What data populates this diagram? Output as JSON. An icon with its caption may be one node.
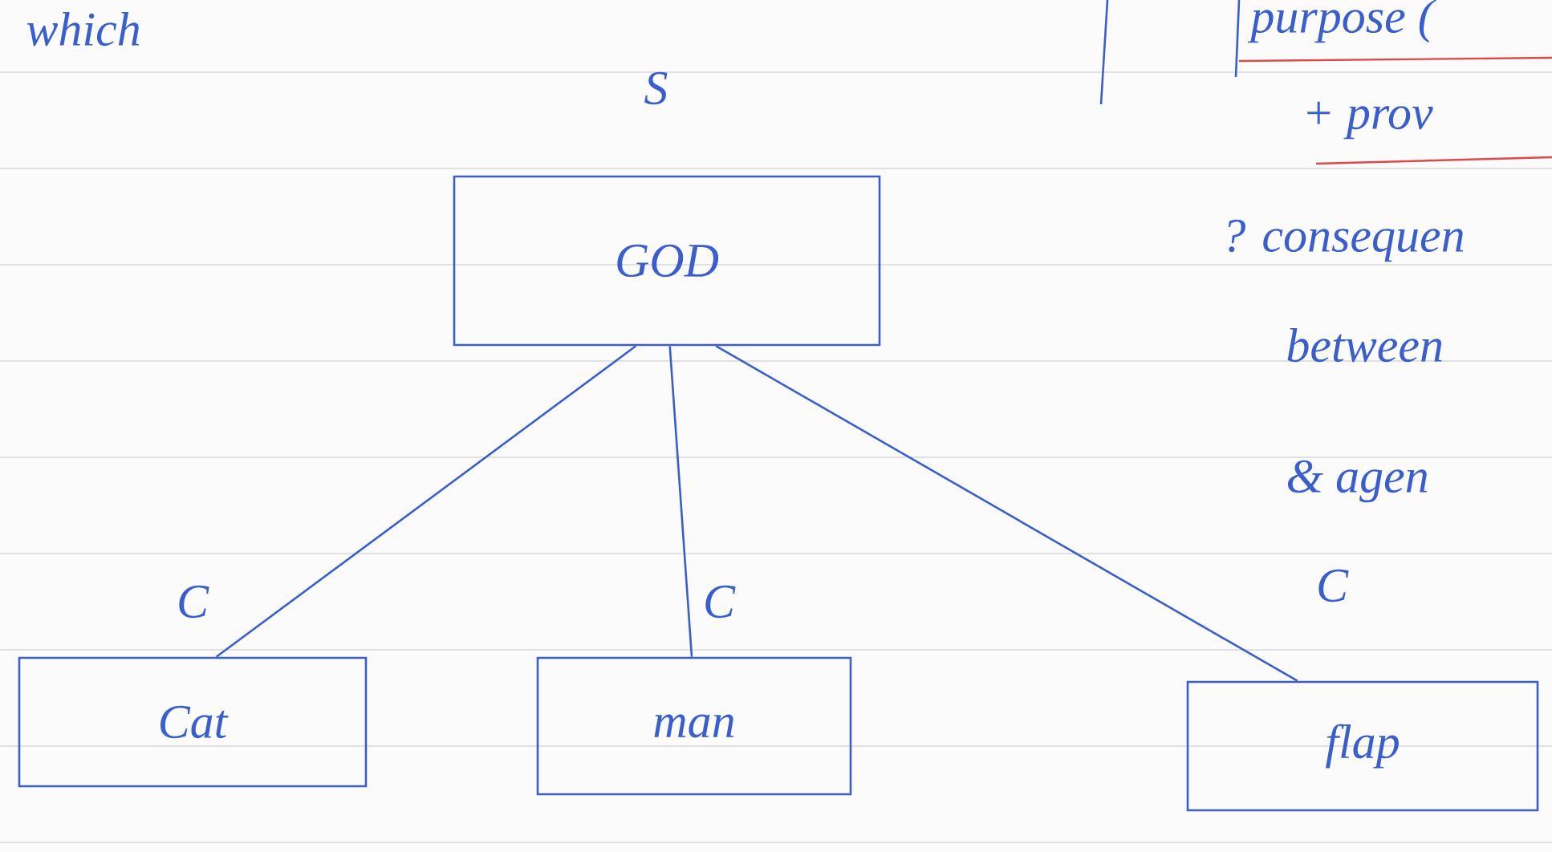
{
  "diagram": {
    "nodes": [
      {
        "text": [
          "GOD"
        ]
      },
      {
        "text": [
          "Cat"
        ]
      },
      {
        "text": [
          "man"
        ]
      },
      {
        "text": [
          "flap"
        ]
      }
    ],
    "edges": [
      {
        "from": 0,
        "to": 1,
        "arrow": "none",
        "label": "C"
      },
      {
        "from": 0,
        "to": 2,
        "arrow": "none",
        "label": "C"
      },
      {
        "from": 0,
        "to": 3,
        "arrow": "none",
        "label": "C"
      }
    ],
    "labels": [
      "which",
      "S",
      "purpose (",
      "+ prov",
      "? consequen",
      "between",
      "& agen"
    ]
  }
}
